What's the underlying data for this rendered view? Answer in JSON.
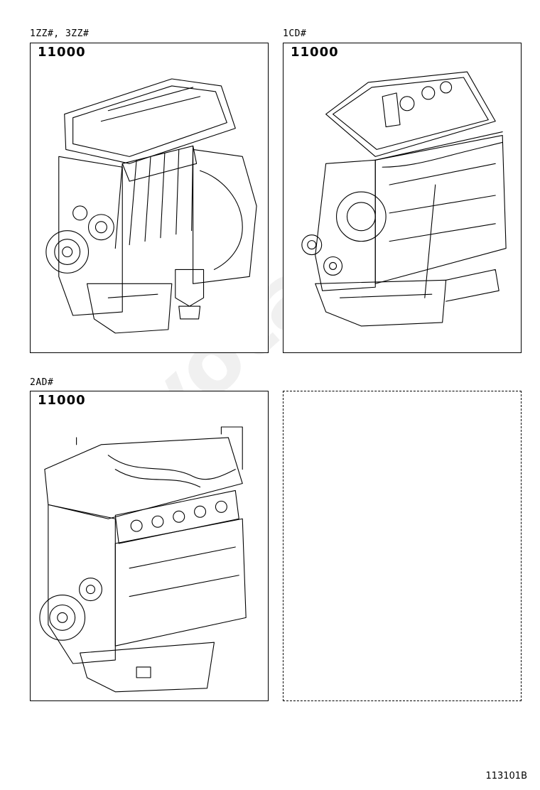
{
  "panels": [
    {
      "model": "1ZZ#, 3ZZ#",
      "part_number": "11000",
      "illustration": "engine-assembly-1zz"
    },
    {
      "model": "1CD#",
      "part_number": "11000",
      "illustration": "engine-assembly-1cd"
    },
    {
      "model": "2AD#",
      "part_number": "11000",
      "illustration": "engine-assembly-2ad"
    },
    {
      "model": "",
      "part_number": "",
      "illustration": "empty-dashed-panel"
    }
  ],
  "watermark_text": "ToyotaCarMedia",
  "diagram_id": "113101B"
}
